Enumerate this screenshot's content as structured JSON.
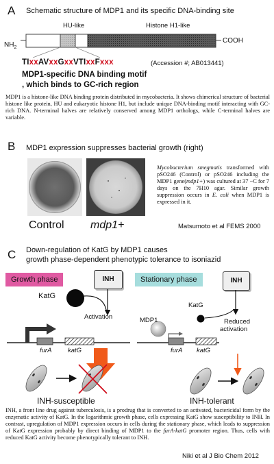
{
  "sectionA": {
    "letter": "A",
    "title": "Schematic structure of MDP1 and its specific DNA-binding site",
    "hu_label": "HU-like",
    "h1_label": "Histone H1-like",
    "nh2": "NH2",
    "cooh": "COOH",
    "motif_parts": [
      {
        "t": "T",
        "c": "#111111"
      },
      {
        "t": "I",
        "c": "#111111"
      },
      {
        "t": "xx",
        "c": "#d0101e"
      },
      {
        "t": "AV",
        "c": "#111111"
      },
      {
        "t": "xx",
        "c": "#d0101e"
      },
      {
        "t": "G",
        "c": "#111111"
      },
      {
        "t": "xx",
        "c": "#d0101e"
      },
      {
        "t": "VT",
        "c": "#111111"
      },
      {
        "t": "I",
        "c": "#111111"
      },
      {
        "t": "xx",
        "c": "#d0101e"
      },
      {
        "t": "F",
        "c": "#111111"
      },
      {
        "t": "xxx",
        "c": "#d0101e"
      }
    ],
    "accession": "(Accession #; AB013441)",
    "motif_caption_1": "MDP1-specific DNA binding motif",
    "motif_caption_2": ", which binds to GC-rich region",
    "paragraph": "MDP1 is a histone-like DNA binding protein distributed in mycobacteria.  It shows chimerical structure of bacterial histone like protein, HU and eukaryotic histone H1, but include unique DNA-binding motif interacting with GC-rich DNA.  N-terminal halves are relatively conserved among MDP1 orthologs, while C-terminal halves are variable."
  },
  "sectionB": {
    "letter": "B",
    "title": "MDP1 expression suppresses bacterial growth (right)",
    "label_control": "Control",
    "label_mdp1": "mdp1+",
    "desc_species": "Mycobacterium smegmatis",
    "desc_1": " transformed with pSO246 (Control) or pSO246 including the MDP1 gene(",
    "desc_gene": "mdp1+",
    "desc_2": ") was cultured at 37 −C for 7 days on the 7H10 agar.  Similar growth suppression occurs in ",
    "desc_ecoli": "E. coli",
    "desc_3": " when MDP1 is expressed in it.",
    "citation": "Matsumoto et al FEMS 2000"
  },
  "sectionC": {
    "letter": "C",
    "title_1": "Down-regulation of KatG by MDP1 causes",
    "title_2": "growth phase-dependent phenotypic tolerance to isoniazid",
    "growth_phase": "Growth phase",
    "stationary_phase": "Stationary phase",
    "inh": "INH",
    "katg": "KatG",
    "mdp1": "MDP1",
    "activation": "Activation",
    "reduced_1": "Reduced",
    "reduced_2": "activation",
    "furA": "furA",
    "katG_gene": "katG",
    "susceptible": "INH-susceptible",
    "tolerant": "INH-tolerant",
    "paragraph_pre": "INH, a front line drug against tuberculosis, is a prodrug that is converted to an activated, bactericidal form by the enzymatic activity of KatG. In the logarithmic growth phase, cells expressing KatG show susceptibility to INH. In contrast, upregulation of MDP1 expression occurs in cells during the stationary phase, which leads to suppression of KatG expression probably by direct binding of MDP1 to the ",
    "paragraph_gene": "furA-katG",
    "paragraph_post": " promoter region. Thus, cells with reduced KatG activity become phenotypically tolerant to INH.",
    "citation": "Niki et al J Bio Chem 2012"
  },
  "colors": {
    "red_motif": "#d0101e",
    "growth_bg": "#e05aa2",
    "stationary_bg": "#a6dddd",
    "arrow_orange": "#f05a1a",
    "h1_dark": "#555555",
    "hu_gray": "#bdbdbd"
  }
}
